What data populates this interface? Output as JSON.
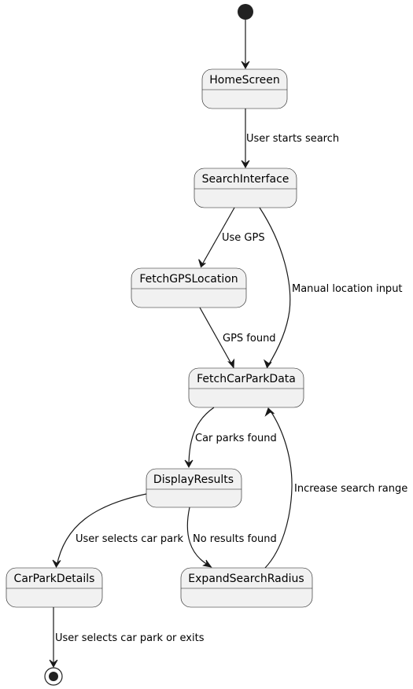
{
  "states": {
    "home_screen": "HomeScreen",
    "search_interface": "SearchInterface",
    "fetch_gps_location": "FetchGPSLocation",
    "fetch_car_park_data": "FetchCarParkData",
    "display_results": "DisplayResults",
    "car_park_details": "CarParkDetails",
    "expand_search_radius": "ExpandSearchRadius"
  },
  "transitions": {
    "user_starts_search": "User starts search",
    "use_gps": "Use GPS",
    "manual_location_input": "Manual location input",
    "gps_found": "GPS found",
    "car_parks_found": "Car parks found",
    "user_selects_car_park": "User selects car park",
    "no_results_found": "No results found",
    "increase_search_range": "Increase search range",
    "user_selects_or_exits": "User selects car park or exits"
  },
  "colors": {
    "state_fill": "#f1f1f1",
    "line": "#181818",
    "pseudo_state": "#222222"
  }
}
